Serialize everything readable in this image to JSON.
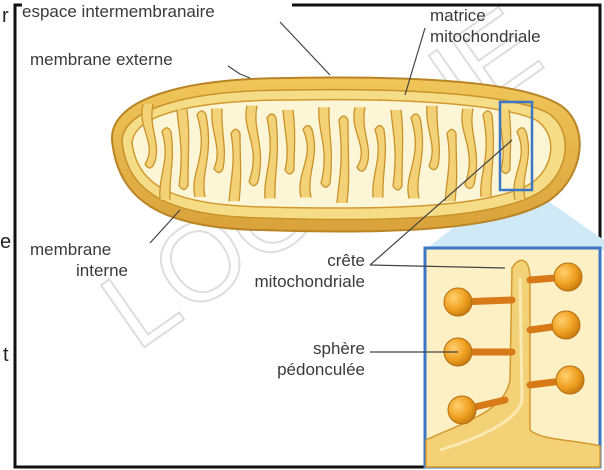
{
  "labels": {
    "espace_intermembranaire": "espace intermembranaire",
    "matrice_line1": "matrice",
    "matrice_line2": "mitochondriale",
    "membrane_externe": "membrane externe",
    "membrane_interne_line1": "membrane",
    "membrane_interne_line2": "interne",
    "crete_line1": "crête",
    "crete_line2": "mitochondriale",
    "sphere_line1": "sphère",
    "sphere_line2": "pédonculée"
  },
  "margin_glyphs": {
    "top": "r",
    "middle": "e",
    "lower": "t"
  },
  "watermark_text": "LOGIQUE",
  "colors": {
    "outer_membrane": "#e8b642",
    "outer_membrane_dark": "#c9922a",
    "intermembrane": "#f3d77a",
    "matrix": "#fbf3cf",
    "zoom_box": "#3b77c4",
    "zoom_light": "#bfe4f3",
    "sphere": "#f0a020",
    "stalk": "#d97a18",
    "frame": "#111111"
  }
}
